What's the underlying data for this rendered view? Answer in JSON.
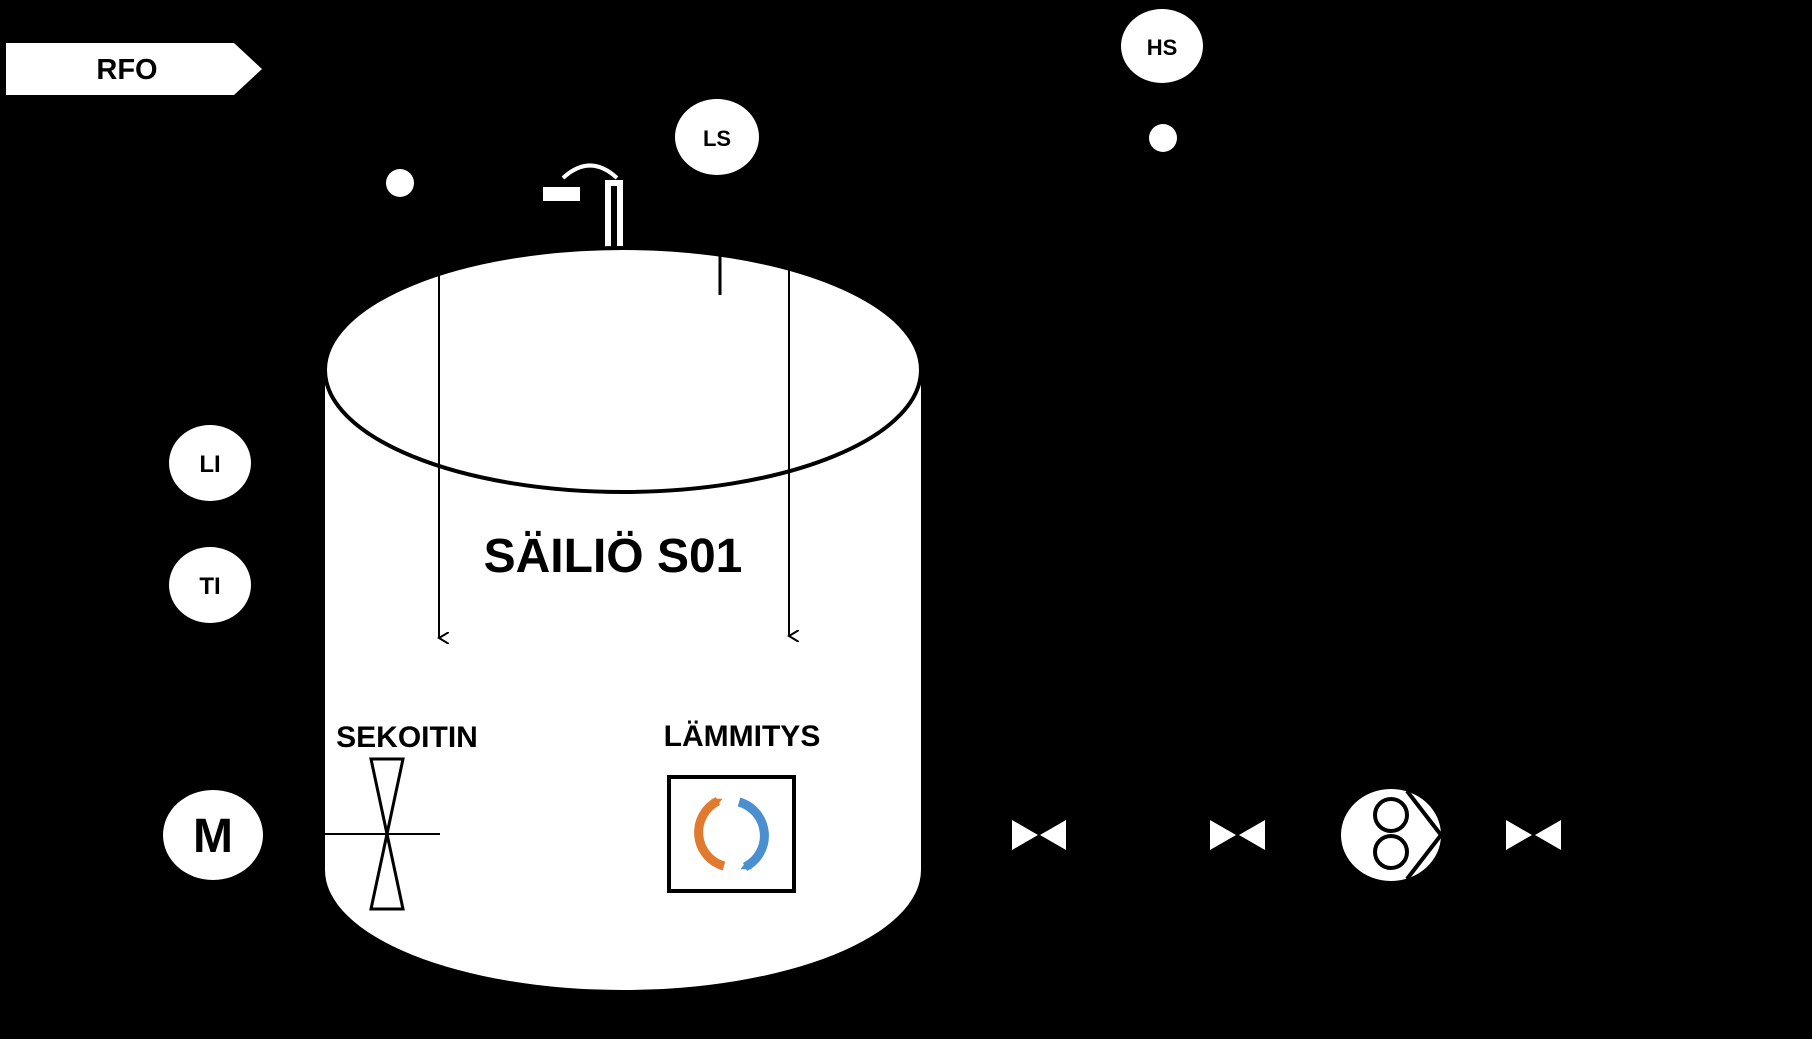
{
  "rfo_label": "RFO",
  "instruments": {
    "hs": "HS",
    "ls": "LS",
    "li": "LI",
    "ti": "TI",
    "motor": "M"
  },
  "tank": {
    "title": "SÄILIÖ S01",
    "mixer_label": "SEKOITIN",
    "heating_label": "LÄMMITYS"
  },
  "colors": {
    "background": "#000000",
    "foreground": "#ffffff",
    "heating_orange": "#e07a2f",
    "heating_blue": "#4a8fd0"
  }
}
